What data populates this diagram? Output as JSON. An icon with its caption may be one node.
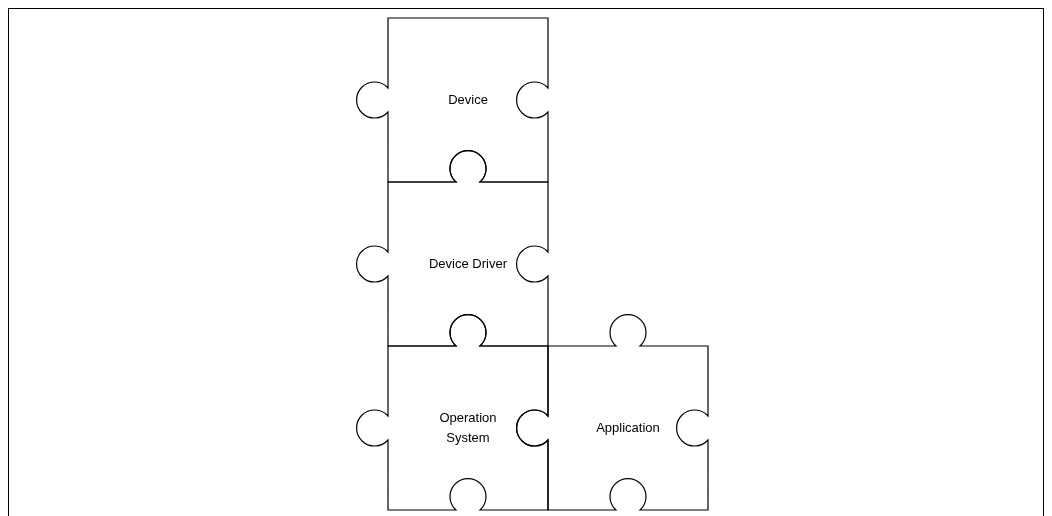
{
  "diagram": {
    "nodes": [
      {
        "text": [
          "Device"
        ]
      },
      {
        "text": [
          "Device Driver"
        ]
      },
      {
        "text": [
          "Operation System"
        ]
      },
      {
        "text": [
          "Application"
        ]
      }
    ]
  }
}
